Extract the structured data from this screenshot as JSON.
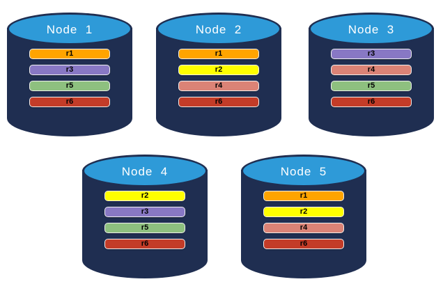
{
  "diagram": {
    "background_color": "#FFFFFF",
    "cylinder": {
      "body_color": "#1F2E51",
      "top_color": "#2E9AD8",
      "top_border_color": "#1F2E51",
      "label_color": "#FFFFFF",
      "bar_border_color": "#F0F0F0",
      "bar_text_color": "#000000"
    },
    "replica_colors": {
      "r1": "#FFA400",
      "r2": "#FFFF00",
      "r3": "#8878C4",
      "r4": "#DB8376",
      "r5": "#8EC07F",
      "r6": "#C33C28"
    },
    "nodes": [
      {
        "label": "Node  1",
        "replicas": [
          "r1",
          "r3",
          "r5",
          "r6"
        ]
      },
      {
        "label": "Node  2",
        "replicas": [
          "r1",
          "r2",
          "r4",
          "r6"
        ]
      },
      {
        "label": "Node  3",
        "replicas": [
          "r3",
          "r4",
          "r5",
          "r6"
        ]
      },
      {
        "label": "Node  4",
        "replicas": [
          "r2",
          "r3",
          "r5",
          "r6"
        ]
      },
      {
        "label": "Node  5",
        "replicas": [
          "r1",
          "r2",
          "r4",
          "r6"
        ]
      }
    ]
  }
}
